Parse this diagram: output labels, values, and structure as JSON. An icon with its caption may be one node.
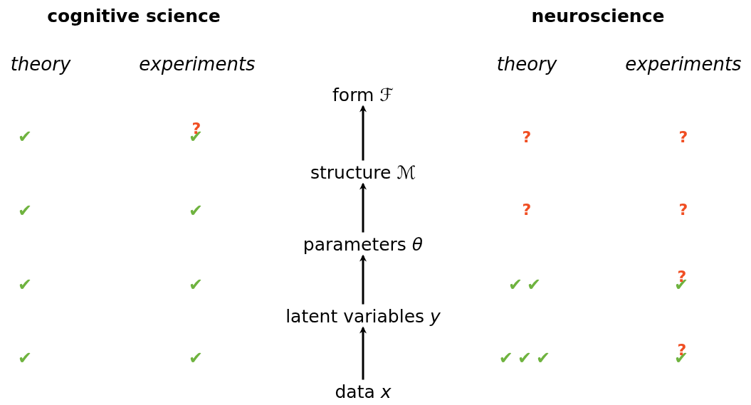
{
  "diagram": {
    "nodes": [
      {
        "text": [
          "form ℱ"
        ]
      },
      {
        "text": [
          "structure ℳ"
        ]
      },
      {
        "text": [
          "parameters *θ*"
        ]
      },
      {
        "text": [
          "latent variables *y*"
        ]
      },
      {
        "text": [
          "data *x*"
        ]
      }
    ],
    "edges": [
      {
        "from": 4,
        "to": 3,
        "arrow": "to"
      },
      {
        "from": 3,
        "to": 2,
        "arrow": "to"
      },
      {
        "from": 2,
        "to": 1,
        "arrow": "to"
      },
      {
        "from": 1,
        "to": 0,
        "arrow": "to"
      }
    ],
    "labels": [
      "cognitive science",
      "neuroscience",
      "theory",
      "experiments",
      "theory",
      "experiments",
      "✔",
      "?",
      "✔",
      "?",
      "?",
      "✔",
      "✔",
      "?",
      "?",
      "✔",
      "✔",
      "✔✔",
      "?",
      "✔",
      "✔",
      "✔",
      "✔✔✔",
      "?",
      "✔"
    ]
  }
}
